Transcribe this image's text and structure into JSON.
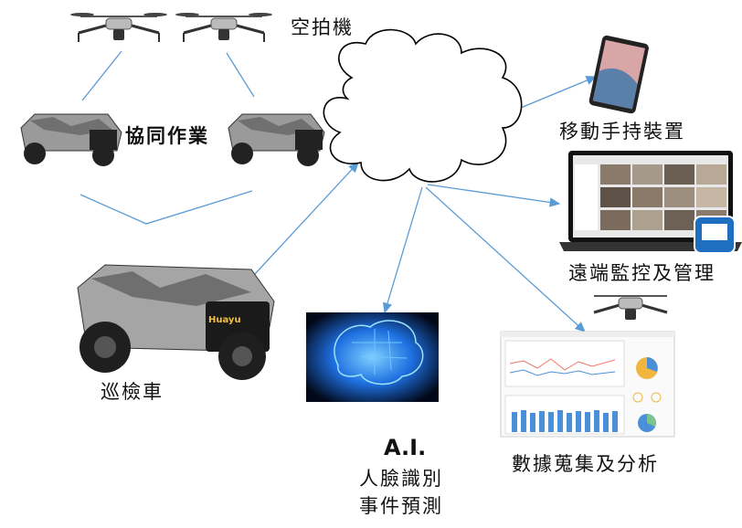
{
  "labels": {
    "drones": "空拍機",
    "cooperative": "協同作業",
    "patrol_vehicle": "巡檢車",
    "mobile_device": "移動手持裝置",
    "remote_monitoring": "遠端監控及管理",
    "ai_title": "A.I.",
    "face_recognition": "人臉識別",
    "event_prediction": "事件預測",
    "data_collection": "數據蒐集及分析"
  },
  "vehicle_brand": "Huayu",
  "colors": {
    "connector": "#5b9bd5",
    "cloud_stroke": "#000000",
    "ai_glow": "#1e8fff",
    "bar": "#4a90d9"
  }
}
